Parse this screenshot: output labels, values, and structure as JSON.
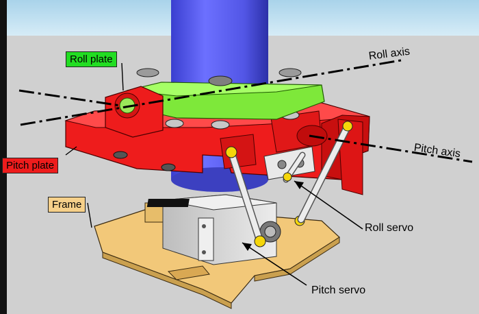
{
  "labels": {
    "roll_plate": "Roll plate",
    "pitch_plate": "Pitch plate",
    "frame": "Frame",
    "roll_axis": "Roll axis",
    "pitch_axis": "Pitch axis",
    "roll_servo": "Roll servo",
    "pitch_servo": "Pitch servo"
  },
  "colors": {
    "sky": "#b9dcee",
    "ground": "#d0d0d0",
    "frame": "#f2c879",
    "pitch_plate": "#ee1c1c",
    "roll_plate": "#7ee83a",
    "cylinder": "#5a5ef0",
    "servo": "#d8d8d8",
    "linkage": "#e6e6e6",
    "ball_joint": "#f5d60a"
  }
}
